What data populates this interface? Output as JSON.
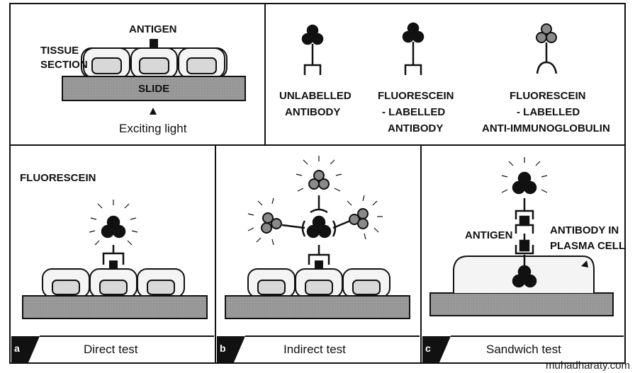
{
  "top_left": {
    "antigen_label": "ANTIGEN",
    "tissue_label_line1": "TISSUE",
    "tissue_label_line2": "SECTION",
    "slide_label": "SLIDE",
    "light_label": "Exciting light"
  },
  "legend": {
    "unlabelled_line1": "UNLABELLED",
    "unlabelled_line2": "ANTIBODY",
    "fluor_labelled_line1": "FLUORESCEIN",
    "fluor_labelled_line2": "- LABELLED",
    "fluor_labelled_line3": "ANTIBODY",
    "anti_ig_line1": "FLUORESCEIN",
    "anti_ig_line2": "- LABELLED",
    "anti_ig_line3": "ANTI-IMMUNOGLOBULIN"
  },
  "panel_a": {
    "tag": "a",
    "fluorescein_label": "FLUORESCEIN",
    "caption": "Direct test"
  },
  "panel_b": {
    "tag": "b",
    "caption": "Indirect test"
  },
  "panel_c": {
    "tag": "c",
    "antigen_label": "ANTIGEN",
    "antibody_line1": "ANTIBODY IN",
    "antibody_line2": "PLASMA CELL",
    "caption": "Sandwich test"
  },
  "watermark": "muhadharaty.com",
  "colors": {
    "ink": "#111111",
    "slide": "#9a9a9a",
    "cell_fill": "#f4f4f4",
    "nucleus": "#d8d8d8",
    "grey_ab": "#8a8a8a"
  }
}
